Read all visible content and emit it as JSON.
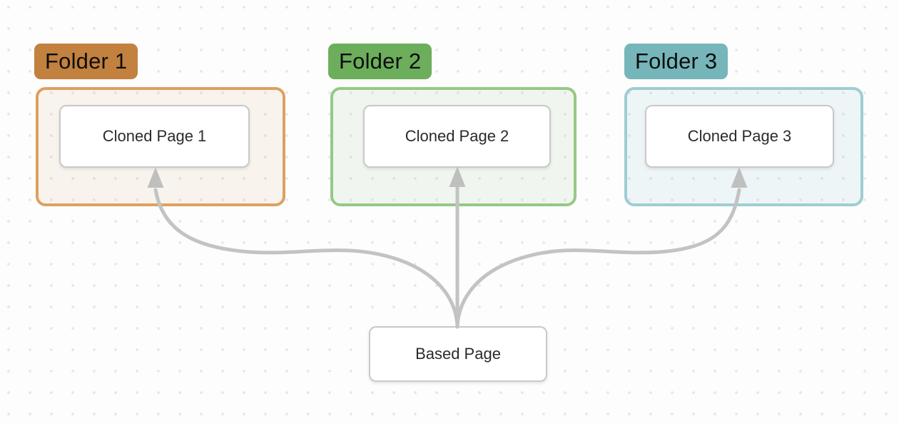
{
  "canvas": {
    "background_color": "#fdfdfe",
    "dot_color": "#e7e7ea",
    "arrow_color": "#c3c3c3"
  },
  "folders": [
    {
      "label": "Folder 1",
      "page_label": "Cloned Page 1",
      "badge_color": "#c2813e",
      "border_color": "#dca15f",
      "fill_color": "#dca15f1a"
    },
    {
      "label": "Folder 2",
      "page_label": "Cloned Page 2",
      "badge_color": "#6cae5b",
      "border_color": "#95c985",
      "fill_color": "#82be6e1a"
    },
    {
      "label": "Folder 3",
      "page_label": "Cloned Page 3",
      "badge_color": "#76b6ba",
      "border_color": "#9ecdd2",
      "fill_color": "#82bec81f"
    }
  ],
  "base_page": {
    "label": "Based Page"
  },
  "edges": [
    {
      "from": "Based Page",
      "to": "Cloned Page 1"
    },
    {
      "from": "Based Page",
      "to": "Cloned Page 2"
    },
    {
      "from": "Based Page",
      "to": "Cloned Page 3"
    }
  ]
}
